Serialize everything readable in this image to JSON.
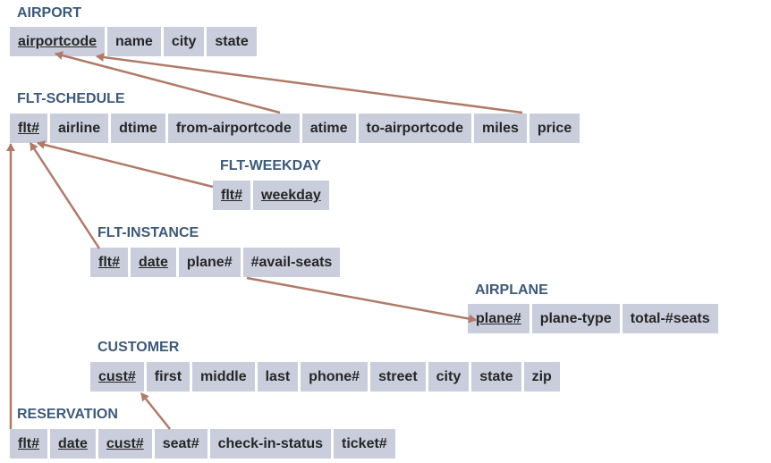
{
  "tables": {
    "airport": {
      "title": "AIRPORT",
      "cols": [
        {
          "label": "airportcode",
          "key": true
        },
        {
          "label": "name",
          "key": false
        },
        {
          "label": "city",
          "key": false
        },
        {
          "label": "state",
          "key": false
        }
      ]
    },
    "flt_schedule": {
      "title": "FLT-SCHEDULE",
      "cols": [
        {
          "label": "flt#",
          "key": true
        },
        {
          "label": "airline",
          "key": false
        },
        {
          "label": "dtime",
          "key": false
        },
        {
          "label": "from-airportcode",
          "key": false
        },
        {
          "label": "atime",
          "key": false
        },
        {
          "label": "to-airportcode",
          "key": false
        },
        {
          "label": "miles",
          "key": false
        },
        {
          "label": "price",
          "key": false
        }
      ]
    },
    "flt_weekday": {
      "title": "FLT-WEEKDAY",
      "cols": [
        {
          "label": "flt#",
          "key": true
        },
        {
          "label": "weekday",
          "key": true
        }
      ]
    },
    "flt_instance": {
      "title": "FLT-INSTANCE",
      "cols": [
        {
          "label": "flt#",
          "key": true
        },
        {
          "label": "date",
          "key": true
        },
        {
          "label": "plane#",
          "key": false
        },
        {
          "label": "#avail-seats",
          "key": false
        }
      ]
    },
    "airplane": {
      "title": "AIRPLANE",
      "cols": [
        {
          "label": "plane#",
          "key": true
        },
        {
          "label": "plane-type",
          "key": false
        },
        {
          "label": "total-#seats",
          "key": false
        }
      ]
    },
    "customer": {
      "title": "CUSTOMER",
      "cols": [
        {
          "label": "cust#",
          "key": true
        },
        {
          "label": "first",
          "key": false
        },
        {
          "label": "middle",
          "key": false
        },
        {
          "label": "last",
          "key": false
        },
        {
          "label": "phone#",
          "key": false
        },
        {
          "label": "street",
          "key": false
        },
        {
          "label": "city",
          "key": false
        },
        {
          "label": "state",
          "key": false
        },
        {
          "label": "zip",
          "key": false
        }
      ]
    },
    "reservation": {
      "title": "RESERVATION",
      "cols": [
        {
          "label": "flt#",
          "key": true
        },
        {
          "label": "date",
          "key": true
        },
        {
          "label": "cust#",
          "key": true
        },
        {
          "label": "seat#",
          "key": false
        },
        {
          "label": "check-in-status",
          "key": false
        },
        {
          "label": "ticket#",
          "key": false
        }
      ]
    }
  },
  "colors": {
    "cell": "#c9cddc",
    "title": "#3d5a7a",
    "arrow": "#b07a68"
  }
}
